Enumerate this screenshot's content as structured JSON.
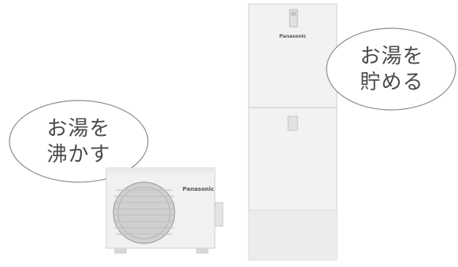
{
  "speech_bubbles": {
    "heat": {
      "line1": "お湯を",
      "line2": "沸かす"
    },
    "store": {
      "line1": "お湯を",
      "line2": "貯める"
    }
  },
  "brand_label": "Panasonic",
  "colors": {
    "unit_body": "#f0f0f0",
    "unit_panel": "#e6e6e6",
    "bubble_outline": "#8c8c8c",
    "text": "#4a4a4a"
  }
}
